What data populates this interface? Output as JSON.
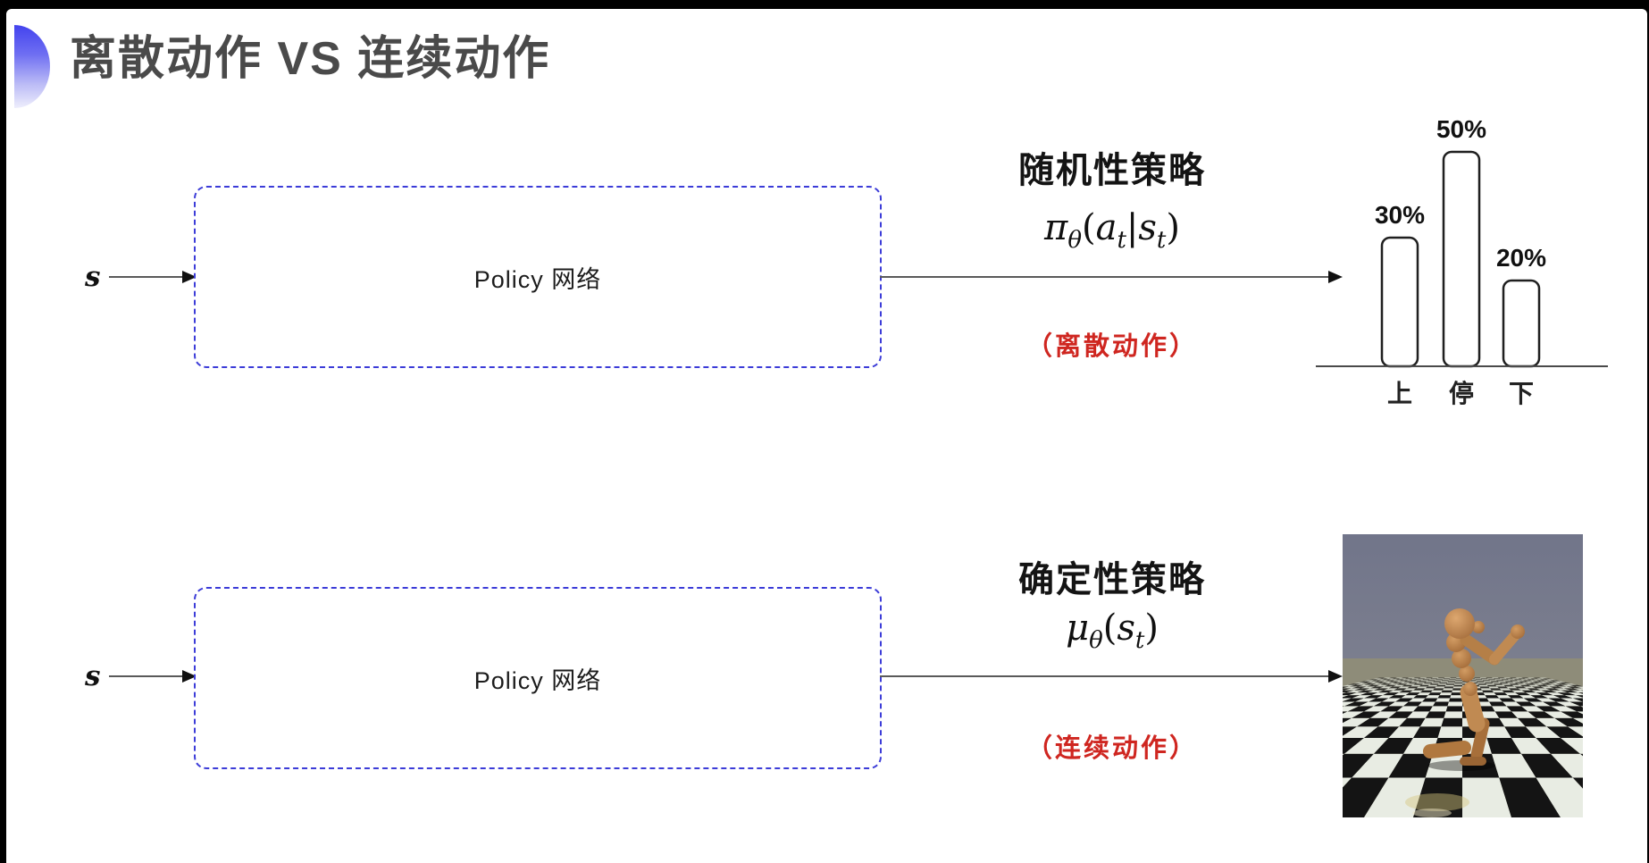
{
  "slide": {
    "title": "离散动作 VS 连续动作"
  },
  "colors": {
    "accent_blue": "#3c3cd8",
    "title_gray": "#4a4a4a",
    "caption_red": "#cf2620",
    "text_dark": "#141414"
  },
  "rows": [
    {
      "input_label": "s",
      "box_label": "Policy 网络",
      "policy_type": "随机性策略",
      "formula": {
        "main": "π",
        "main_sub": "θ",
        "open": "(",
        "arg1": "a",
        "arg1_sub": "t",
        "sep": "|",
        "arg2": "s",
        "arg2_sub": "t",
        "close": ")"
      },
      "caption": "（离散动作）"
    },
    {
      "input_label": "s",
      "box_label": "Policy 网络",
      "policy_type": "确定性策略",
      "formula": {
        "main": "μ",
        "main_sub": "θ",
        "open": "(",
        "arg1": "s",
        "arg1_sub": "t",
        "close": ")"
      },
      "caption": "（连续动作）"
    }
  ],
  "chart_data": {
    "type": "bar",
    "categories": [
      "上",
      "停",
      "下"
    ],
    "values": [
      30,
      50,
      20
    ],
    "value_labels": [
      "30%",
      "50%",
      "20%"
    ],
    "title": "",
    "xlabel": "",
    "ylabel": "",
    "ylim": [
      0,
      55
    ],
    "grid": false,
    "legend": false,
    "bar_style": "outlined-rounded-white"
  }
}
